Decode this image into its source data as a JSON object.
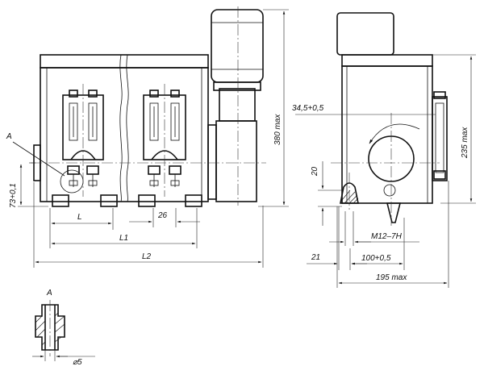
{
  "labels": {
    "detail_marker": "A",
    "detail_title": "A"
  },
  "dimensions": {
    "L": "L",
    "pitch": "26",
    "L1": "L1",
    "L2": "L2",
    "tolerance_73": "73+0,1",
    "height_380": "380 max",
    "width_34_5": "34,5+0,5",
    "height_235": "235 max",
    "height_20": "20",
    "thread": "M12–7H",
    "width_21": "21",
    "width_100": "100+0,5",
    "width_195": "195 max",
    "diameter": "⌀5"
  },
  "colors": {
    "line": "#111111",
    "background": "#ffffff"
  }
}
